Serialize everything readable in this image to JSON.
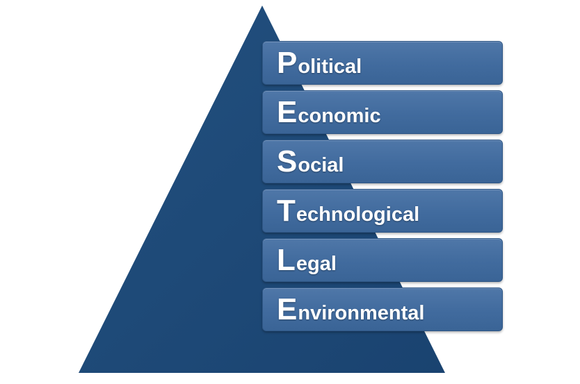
{
  "colors": {
    "pyramid": "#1e4a78",
    "bar": "#416b9e",
    "text": "#ffffff"
  },
  "rows": [
    {
      "initial": "P",
      "rest": "olitical"
    },
    {
      "initial": "E",
      "rest": "conomic"
    },
    {
      "initial": "S",
      "rest": "ocial"
    },
    {
      "initial": "T",
      "rest": "echnological"
    },
    {
      "initial": "L",
      "rest": "egal"
    },
    {
      "initial": "E",
      "rest": "nvironmental"
    }
  ]
}
